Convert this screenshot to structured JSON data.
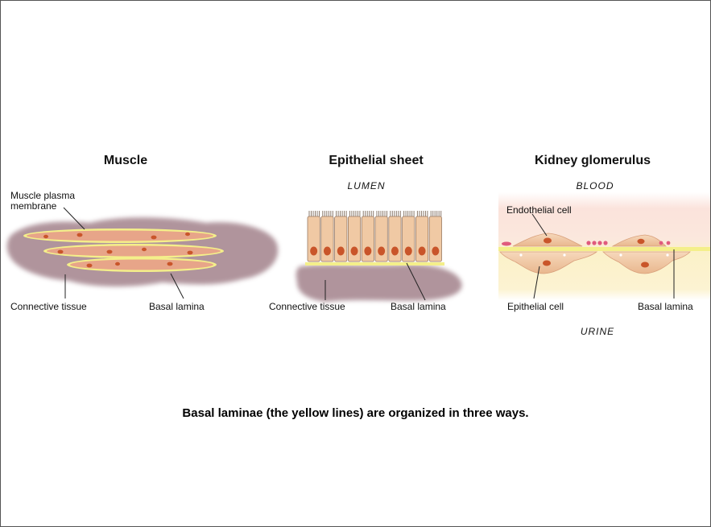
{
  "panels": {
    "muscle": {
      "title": "Muscle",
      "label_membrane_1": "Muscle plasma",
      "label_membrane_2": "membrane",
      "label_connective": "Connective tissue",
      "label_basal": "Basal lamina"
    },
    "epithelial": {
      "title": "Epithelial sheet",
      "side_top": "LUMEN",
      "label_connective": "Connective tissue",
      "label_basal": "Basal lamina"
    },
    "kidney": {
      "title": "Kidney glomerulus",
      "side_top": "BLOOD",
      "side_bottom": "URINE",
      "label_endothelial": "Endothelial cell",
      "label_epithelial": "Epithelial cell",
      "label_basal": "Basal lamina"
    }
  },
  "caption": "Basal laminae (the yellow lines) are organized in three ways.",
  "colors": {
    "basal_lamina": "#f4ef8a",
    "connective_tissue": "#a3828b",
    "cell_fill": "#f0c9a4",
    "nucleus": "#c9552a",
    "blood_bg": "#fbe3dc",
    "urine_bg": "#fbf1c8"
  }
}
